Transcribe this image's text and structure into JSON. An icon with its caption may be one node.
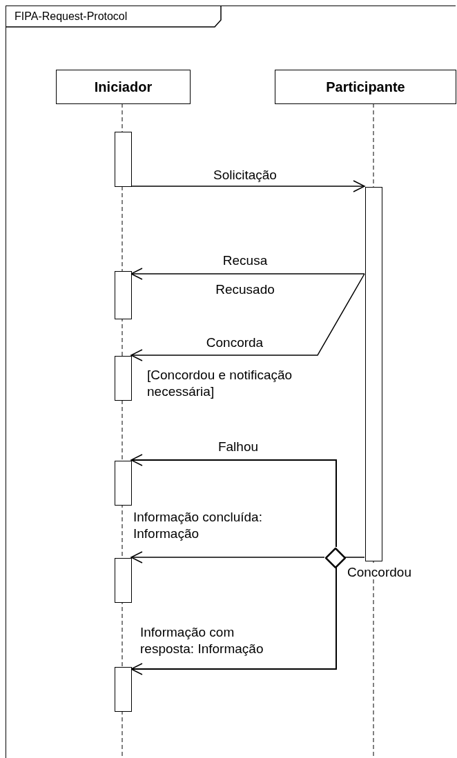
{
  "diagram": {
    "nodes": [
      {
        "text": [
          "FIPA-Request-Protocol"
        ]
      },
      {
        "text": [
          "Iniciador"
        ],
        "in": 0
      },
      {
        "text": [
          "Participante"
        ],
        "in": 0
      },
      {
        "text": [],
        "shape": "bar",
        "in": 0
      },
      {
        "text": [],
        "shape": "bar",
        "in": 0
      },
      {
        "text": [],
        "shape": "bar",
        "in": 0
      },
      {
        "text": [],
        "shape": "bar",
        "in": 0
      },
      {
        "text": [],
        "shape": "bar",
        "in": 0
      },
      {
        "text": [],
        "shape": "bar",
        "in": 0
      },
      {
        "text": [],
        "shape": "bar",
        "in": 0
      },
      {
        "text": [],
        "shape": "diamond",
        "in": 0
      }
    ],
    "edges": [
      {
        "from": 3,
        "to": 9,
        "arrow": "to",
        "label": "Solicitação"
      },
      {
        "from": 9,
        "to": 4,
        "arrow": "to",
        "label": "Recusa"
      },
      {
        "from": 9,
        "to": 5,
        "arrow": "to",
        "label": "Concorda"
      },
      {
        "from": 9,
        "to": 10,
        "arrow": "none"
      },
      {
        "from": 10,
        "to": 6,
        "arrow": "to",
        "label": "Falhou"
      },
      {
        "from": 10,
        "to": 7,
        "arrow": "to",
        "label": "Informação concluída: Informação"
      },
      {
        "from": 10,
        "to": 8,
        "arrow": "to",
        "label": "Informação com resposta: Informação"
      }
    ],
    "labels": [
      "Recusado",
      "[Concordou e notificação necessária]",
      "Concordou"
    ]
  }
}
